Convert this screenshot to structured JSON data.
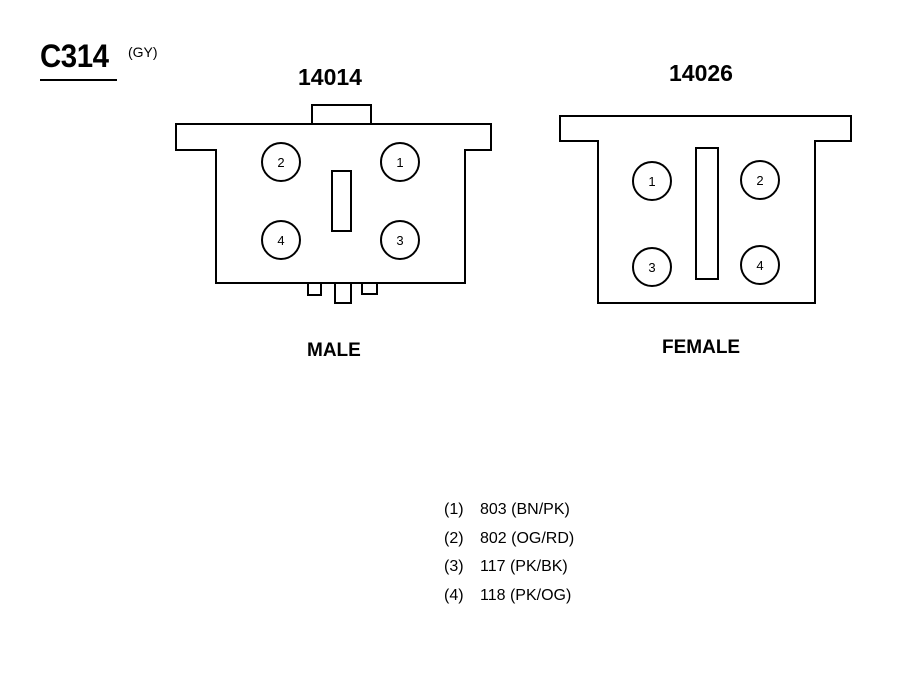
{
  "connector": {
    "id": "C314",
    "color_code": "(GY)"
  },
  "male": {
    "part_number": "14014",
    "label": "MALE",
    "pins": [
      "2",
      "1",
      "4",
      "3"
    ]
  },
  "female": {
    "part_number": "14026",
    "label": "FEMALE",
    "pins": [
      "1",
      "2",
      "3",
      "4"
    ]
  },
  "pinout": [
    {
      "pin": "(1)",
      "circuit": "803 (BN/PK)"
    },
    {
      "pin": "(2)",
      "circuit": "802 (OG/RD)"
    },
    {
      "pin": "(3)",
      "circuit": "117 (PK/BK)"
    },
    {
      "pin": "(4)",
      "circuit": "118 (PK/OG)"
    }
  ]
}
